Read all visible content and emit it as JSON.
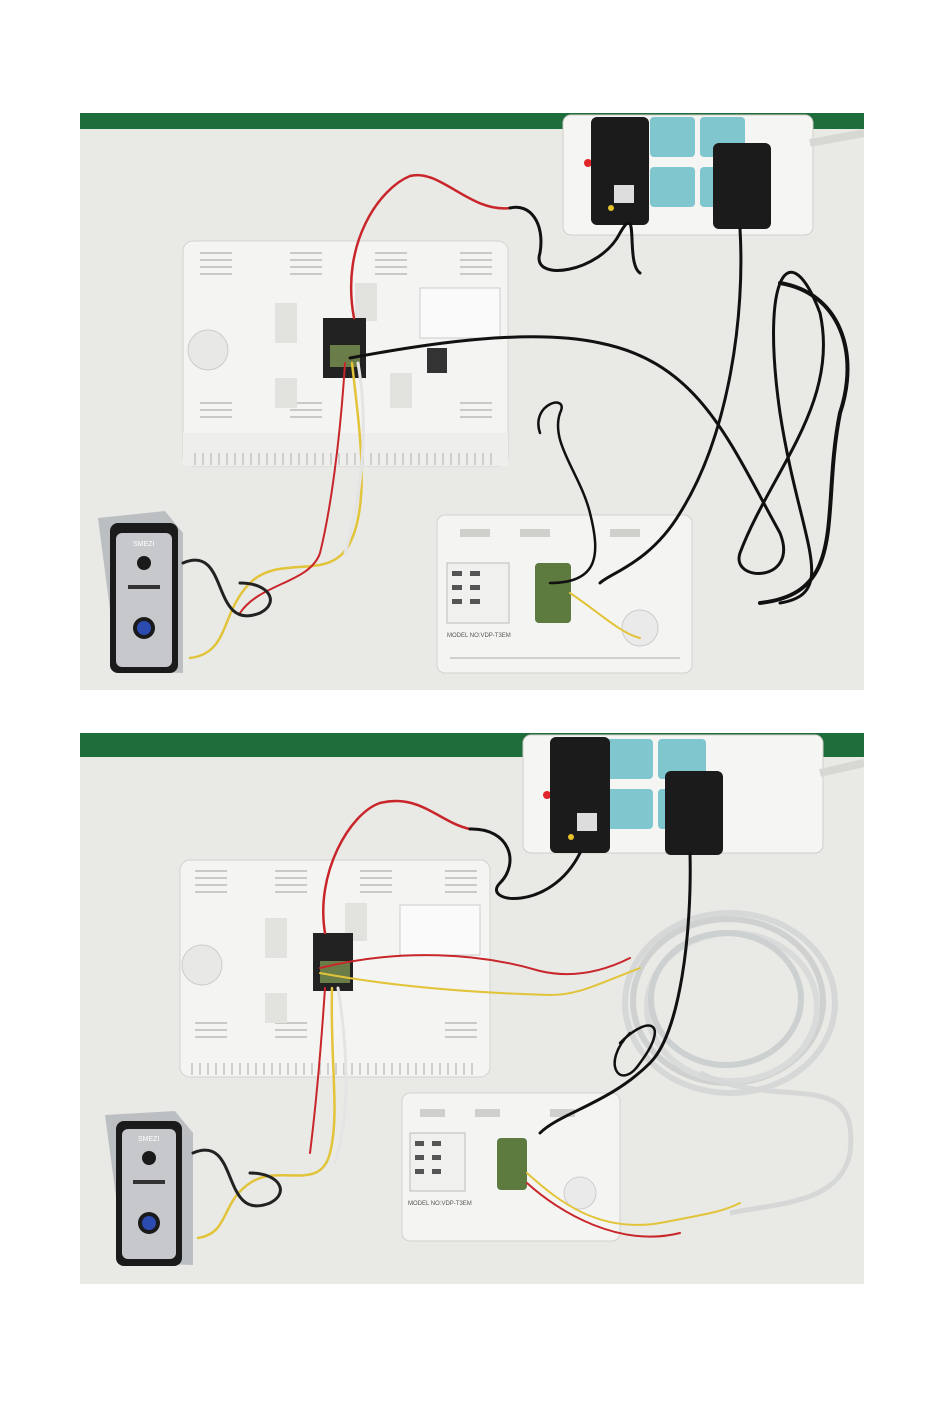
{
  "photos": [
    {
      "scene": "top",
      "monitor_label": "MODEL NO:VDP-T3EM",
      "doorbell_brand": "SMEZI"
    },
    {
      "scene": "bottom",
      "monitor_label": "MODEL NO:VDP-T3EM",
      "doorbell_brand": "SMEZI"
    }
  ],
  "colors": {
    "table": "#e9e9e6",
    "wall": "#1f6d3a",
    "device": "#f4f4f2",
    "adapter": "#1b1b1b",
    "cable_black": "#111111",
    "cable_grey": "#d6d8d8",
    "wire_red": "#c8262a",
    "wire_yellow": "#e2c43a",
    "pcb_green": "#5d7a3f"
  }
}
